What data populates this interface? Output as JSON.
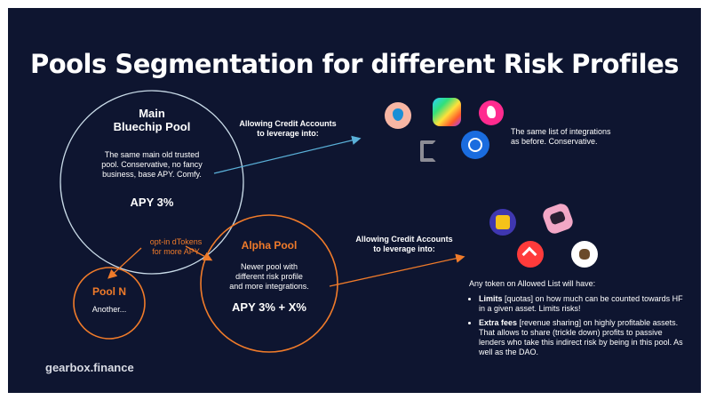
{
  "title": "Pools Segmentation for different Risk Profiles",
  "main_pool": {
    "name_line1": "Main",
    "name_line2": "Bluechip Pool",
    "desc_line1": "The same main old trusted",
    "desc_line2": "pool. Conservative, no fancy",
    "desc_line3": "business, base APY. Comfy.",
    "apy": "APY 3%"
  },
  "alpha_pool": {
    "name": "Alpha Pool",
    "desc_line1": "Newer pool with",
    "desc_line2": "different risk profile",
    "desc_line3": "and more integrations.",
    "apy": "APY 3% + X%"
  },
  "pool_n": {
    "name": "Pool N",
    "desc": "Another..."
  },
  "optin": {
    "line1": "opt-in dTokens",
    "line2": "for more APY"
  },
  "arrow_top": {
    "line1": "Allowing Credit Accounts",
    "line2": "to leverage into:"
  },
  "arrow_bottom": {
    "line1": "Allowing Credit Accounts",
    "line2": "to leverage into:"
  },
  "integrations": {
    "line1": "The same list of integrations",
    "line2": "as before. Conservative."
  },
  "allowed": {
    "intro": "Any token on Allowed List will have:",
    "b1_bold": "Limits",
    "b1_text": " [quotas] on how much can be counted towards HF in a given asset. Limits risks!",
    "b2_bold": "Extra fees",
    "b2_text": " [revenue sharing] on highly profitable assets. That allows to share (trickle down) profits to passive lenders who take this indirect risk by being in this pool. As well as the DAO."
  },
  "footer": "gearbox.finance",
  "colors": {
    "background": "#0e1530",
    "main_circle": "#c9dbe8",
    "orange": "#f07b2a",
    "arrow_blue": "#5ab0d8"
  },
  "icons": [
    "lido-icon",
    "curve-icon",
    "uniswap-icon",
    "convex-icon",
    "yearn-icon",
    "yfi-icon",
    "sushi-icon",
    "maker-icon",
    "cow-icon"
  ]
}
